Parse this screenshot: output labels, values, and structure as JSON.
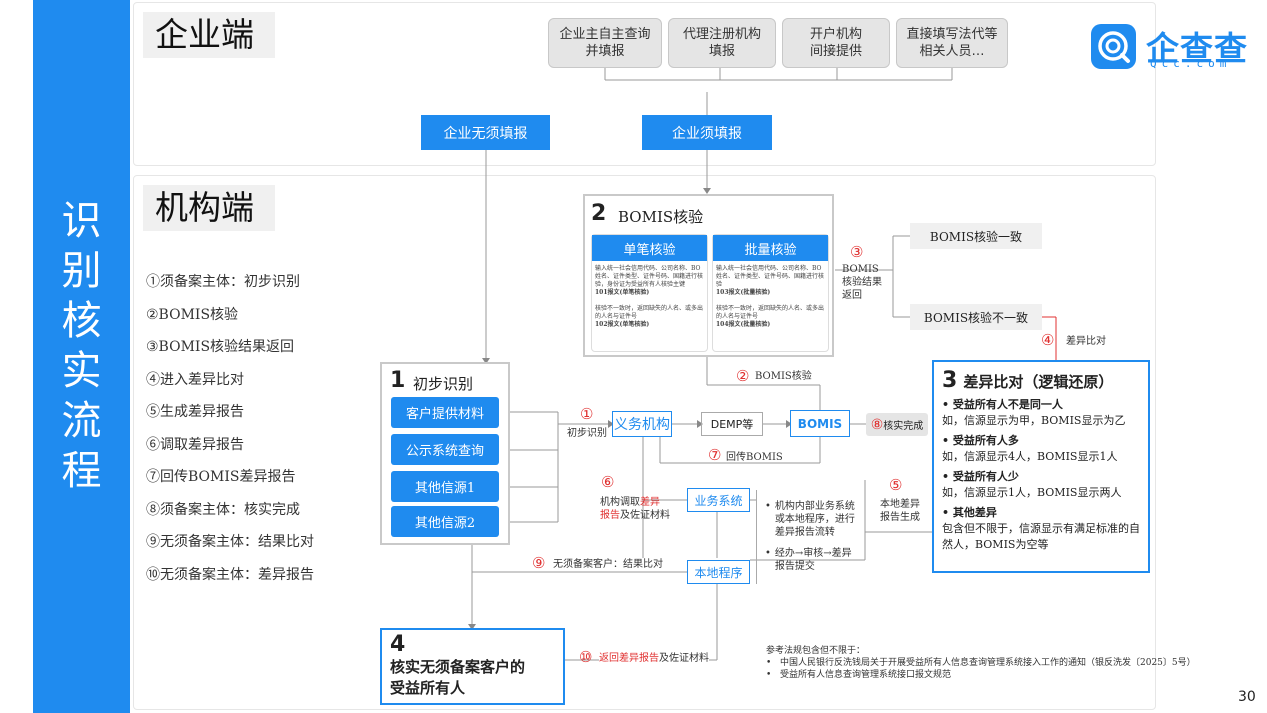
{
  "sidebar": {
    "title_chars": [
      "识",
      "别",
      "核",
      "实",
      "流",
      "程"
    ]
  },
  "logo": {
    "name": "企查查",
    "domain": "Qcc.com"
  },
  "enterprise": {
    "title": "企业端",
    "sources": [
      "企业主自主查询\n并填报",
      "代理注册机构\n填报",
      "开户机构\n间接提供",
      "直接填写法代等\n相关人员…"
    ],
    "no_fill": "企业无须填报",
    "must_fill": "企业须填报"
  },
  "institution": {
    "title": "机构端",
    "legend": [
      "①须备案主体：初步识别",
      "②BOMIS核验",
      "③BOMIS核验结果返回",
      "④进入差异比对",
      "⑤生成差异报告",
      "⑥调取差异报告",
      "⑦回传BOMIS差异报告",
      "⑧须备案主体：核实完成",
      "⑨无须备案主体：结果比对",
      "⑩无须备案主体：差异报告"
    ]
  },
  "bomis": {
    "num": "2",
    "title": "BOMIS核验",
    "single": {
      "label": "单笔核验",
      "text1": "输入统一社会信用代码、公司名称、BO姓名、证件类型、证件号码、国籍进行核验，身份证为受益所有人核验主键",
      "code1": "101报文(单笔核验)",
      "text2": "核验不一致时，返回缺失的人名、或多出的人名与证件号",
      "code2": "102报文(单笔核验)"
    },
    "batch": {
      "label": "批量核验",
      "text1": "输入统一社会信用代码、公司名称、BO姓名、证件类型、证件号码、国籍进行核验",
      "code1": "103报文(批量核验)",
      "text2": "核验不一致时，返回缺失的人名、或多出的人名与证件号",
      "code2": "104报文(批量核验)"
    },
    "result_num": "③",
    "result_label": "BOMIS\n核验结果\n返回",
    "consistent": "BOMIS核验一致",
    "inconsistent": "BOMIS核验不一致"
  },
  "initial": {
    "num": "1",
    "title": "初步识别",
    "items": [
      "客户提供材料",
      "公示系统查询",
      "其他信源1",
      "其他信源2"
    ]
  },
  "flow": {
    "c1": "①",
    "c1_label": "初步识别",
    "obligation": "义务机构",
    "demp": "DEMP等",
    "bomis": "BOMIS",
    "c2": "②",
    "c2_label": "BOMIS核验",
    "c8": "⑧",
    "c8_label": "核实完成",
    "c7": "⑦",
    "c7_label": "回传BOMIS",
    "c4": "④",
    "c4_label": "差异比对",
    "c5": "⑤",
    "c5_label": "本地差异\n报告生成",
    "c6": "⑥",
    "c6_label_a": "机构调取",
    "c6_label_b": "差异",
    "c6_label_c": "报告",
    "c6_label_d": "及佐证材料",
    "business": "业务系统",
    "local": "本地程序",
    "bullet1": "机构内部业务系统或本地程序，进行差异报告流转",
    "bullet2": "经办→审核→差异报告提交",
    "c9": "⑨",
    "c9_label": "无须备案客户：结果比对",
    "c10": "⑩",
    "c10_label_red": "返回差异报告",
    "c10_label": "及佐证材料"
  },
  "diff": {
    "num": "3",
    "title": "差异比对（逻辑还原）",
    "items": [
      {
        "head": "受益所有人不是同一人",
        "body": "如，信源显示为甲，BOMIS显示为乙"
      },
      {
        "head": "受益所有人多",
        "body": "如，信源显示4人，BOMIS显示1人"
      },
      {
        "head": "受益所有人少",
        "body": "如，信源显示1人，BOMIS显示两人"
      },
      {
        "head": "其他差异",
        "body": "包含但不限于，信源显示有满足标准的自然人，BOMIS为空等"
      }
    ]
  },
  "final": {
    "num": "4",
    "line1": "核实无须备案客户的",
    "line2": "受益所有人"
  },
  "reference": {
    "title": "参考法规包含但不限于：",
    "items": [
      "中国人民银行反洗钱局关于开展受益所有人信息查询管理系统接入工作的通知（银反洗发〔2025〕5号）",
      "受益所有人信息查询管理系统接口报文规范"
    ]
  },
  "page_number": "30",
  "colors": {
    "brand": "#1f8bef",
    "accent_red": "#e03030",
    "grey": "#e5e5e5"
  }
}
